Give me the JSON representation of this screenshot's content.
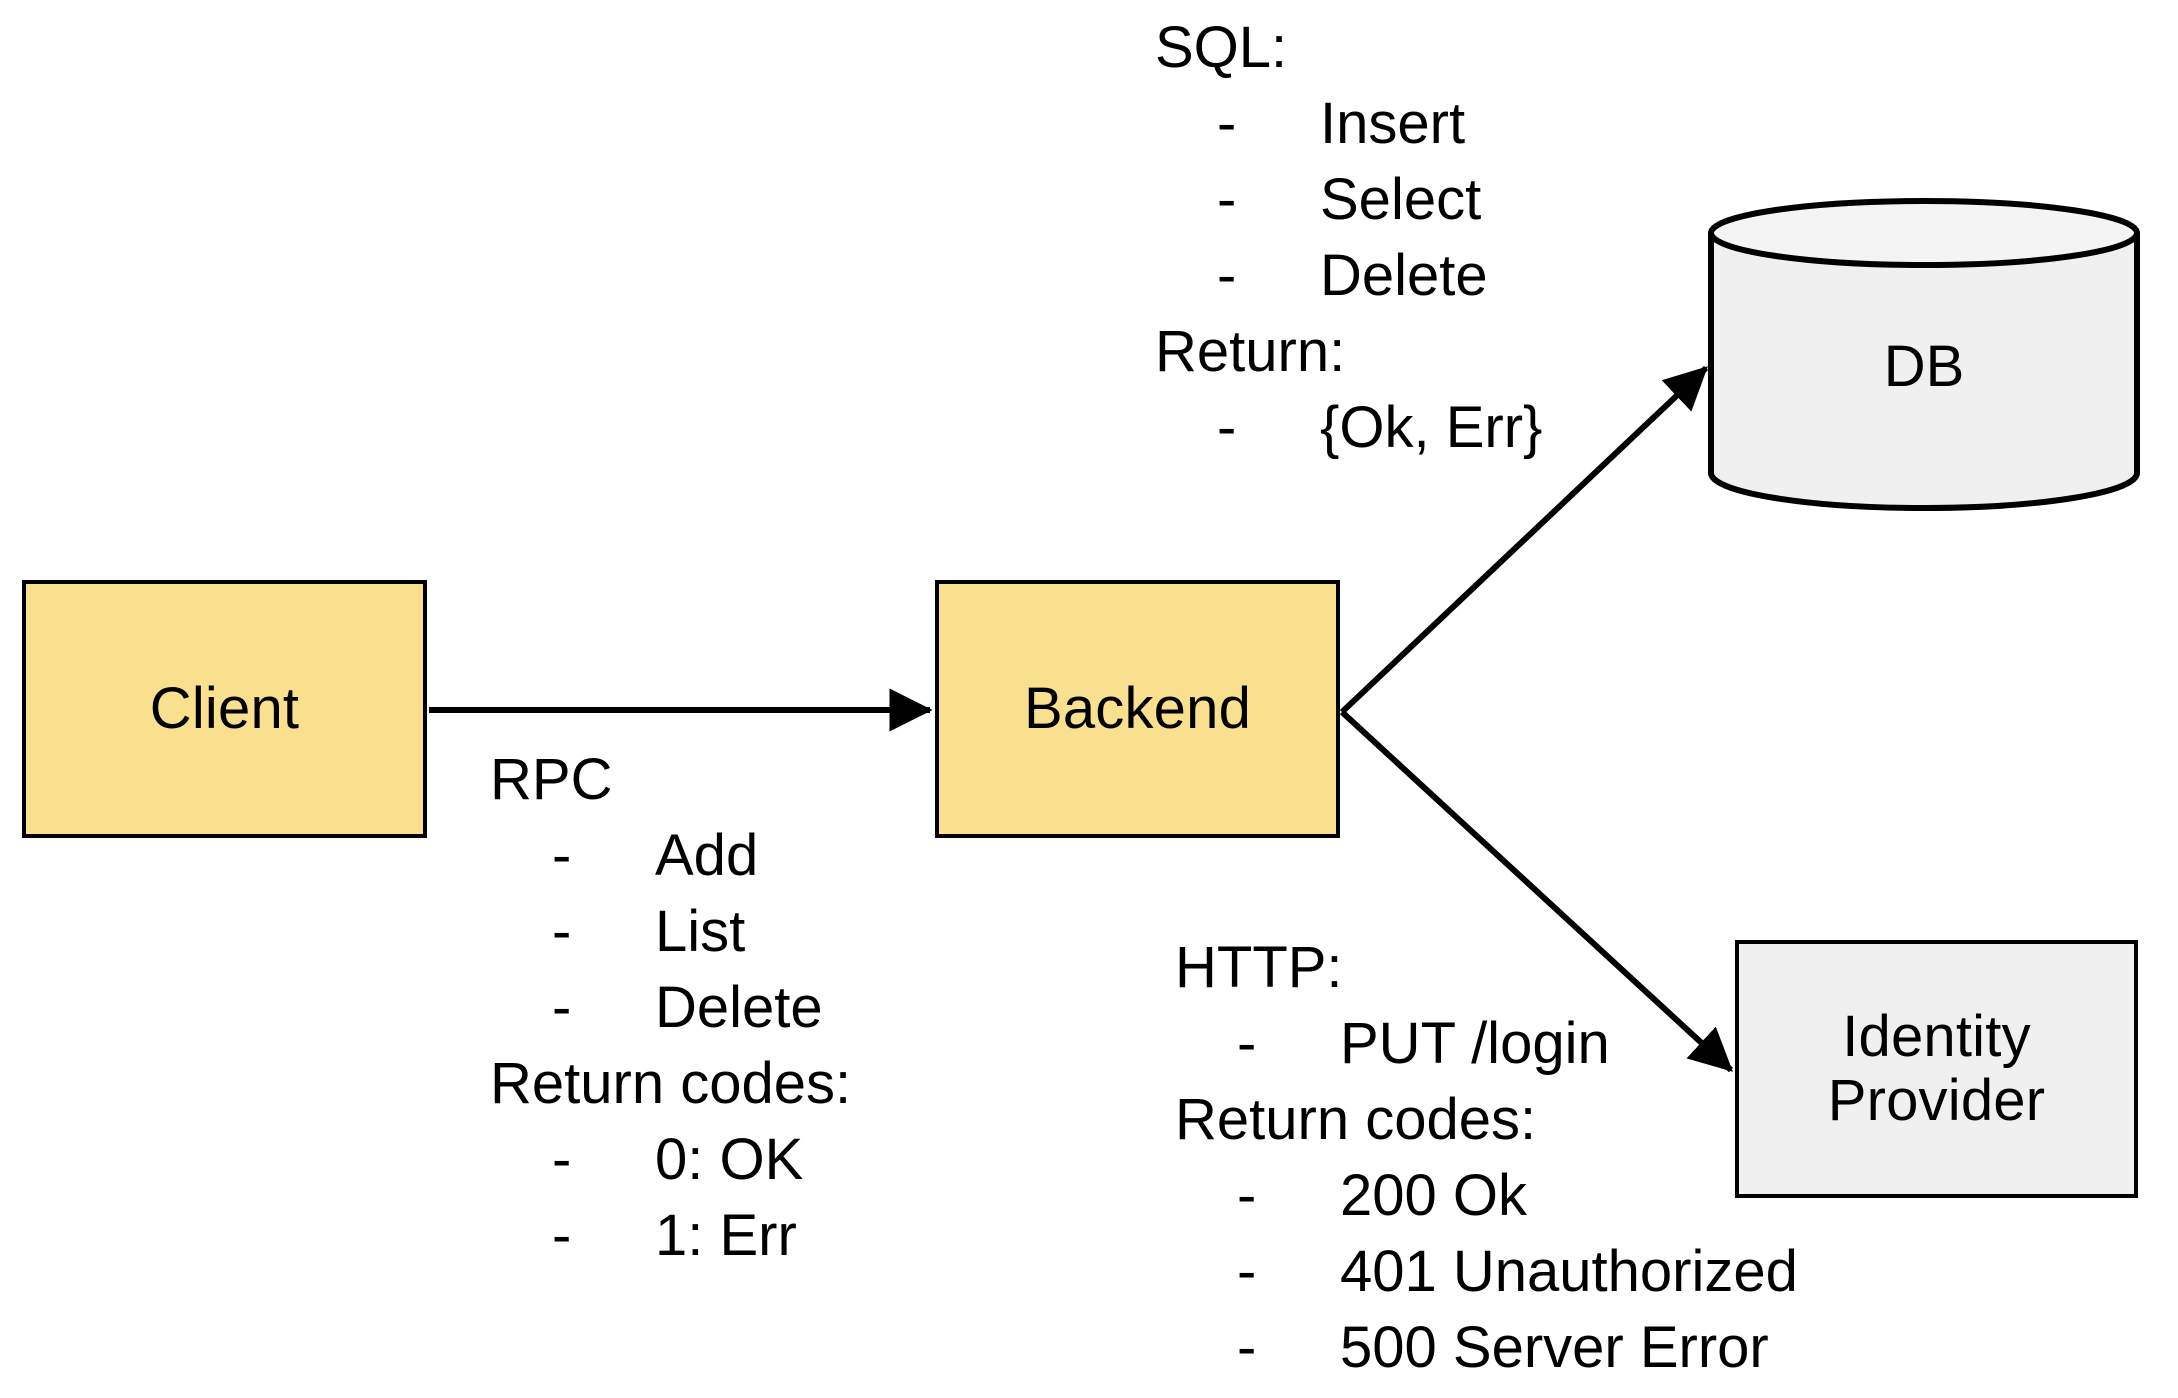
{
  "diagram": {
    "title": "Client / Backend / DB / Identity Provider architecture",
    "colors": {
      "service_fill": "#F8E08E",
      "external_fill": "#F0F0F0",
      "stroke": "#000000",
      "background": "#FFFFFF"
    },
    "nodes": [
      {
        "id": "client",
        "label": "Client",
        "shape": "rectangle",
        "fill": "#F8E08E"
      },
      {
        "id": "backend",
        "label": "Backend",
        "shape": "rectangle",
        "fill": "#F8E08E"
      },
      {
        "id": "db",
        "label": "DB",
        "shape": "cylinder",
        "fill": "#F0F0F0"
      },
      {
        "id": "idp",
        "label": "Identity\nProvider",
        "shape": "rectangle",
        "fill": "#F0F0F0"
      }
    ],
    "edges": [
      {
        "id": "client-backend",
        "from": "client",
        "to": "backend",
        "protocol": "RPC"
      },
      {
        "id": "backend-db",
        "from": "backend",
        "to": "db",
        "protocol": "SQL"
      },
      {
        "id": "backend-idp",
        "from": "backend",
        "to": "idp",
        "protocol": "HTTP"
      }
    ],
    "annotations": {
      "sql": {
        "heading": "SQL:",
        "items": [
          "Insert",
          "Select",
          "Delete"
        ],
        "return_heading": "Return:",
        "return_items": [
          "{Ok, Err}"
        ],
        "bullet": "-"
      },
      "rpc": {
        "heading": "RPC",
        "items": [
          "Add",
          "List",
          "Delete"
        ],
        "return_heading": "Return codes:",
        "return_items": [
          "0: OK",
          "1: Err"
        ],
        "bullet": "-"
      },
      "http": {
        "heading": "HTTP:",
        "items": [
          "PUT /login"
        ],
        "return_heading": "Return codes:",
        "return_items": [
          "200 Ok",
          "401 Unauthorized",
          "500 Server Error"
        ],
        "bullet": "-"
      }
    }
  }
}
